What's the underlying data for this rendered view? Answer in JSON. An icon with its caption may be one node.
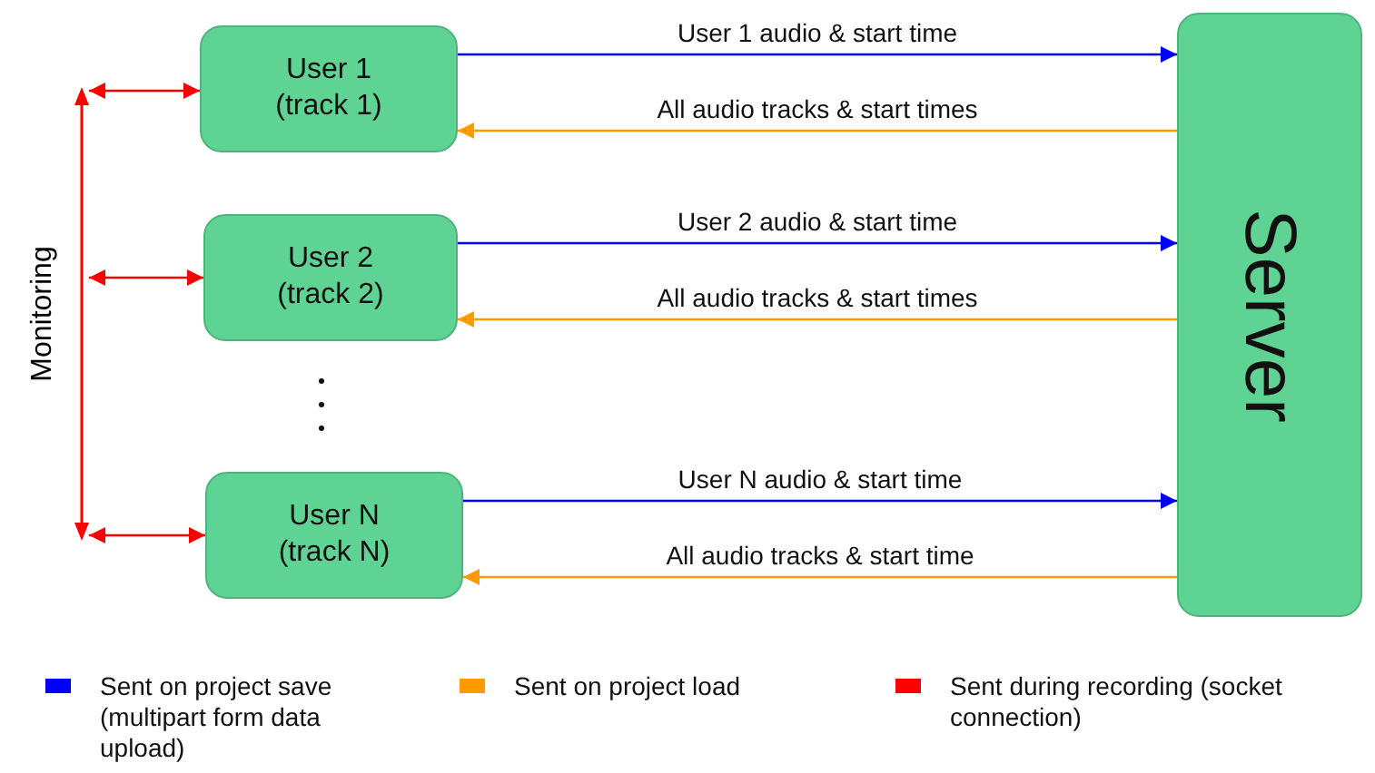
{
  "diagram": {
    "nodes": [
      {
        "text": [
          "User 1 (track 1)"
        ]
      },
      {
        "text": [
          "User 2 (track 2)"
        ]
      },
      {
        "text": [
          "User N (track N)"
        ]
      },
      {
        "text": [
          "Server"
        ]
      },
      {
        "text": [],
        "shape": "bar",
        "beside": [
          "Monitoring"
        ]
      }
    ],
    "edges": [
      {
        "from": 0,
        "to": 3,
        "arrow": "to",
        "label": "User 1 audio & start time",
        "color": "#0000ff"
      },
      {
        "from": 3,
        "to": 0,
        "arrow": "to",
        "label": "All audio tracks & start times",
        "color": "#ff9900"
      },
      {
        "from": 1,
        "to": 3,
        "arrow": "to",
        "label": "User 2 audio & start time",
        "color": "#0000ff"
      },
      {
        "from": 3,
        "to": 1,
        "arrow": "to",
        "label": "All audio tracks & start times",
        "color": "#ff9900"
      },
      {
        "from": 2,
        "to": 3,
        "arrow": "to",
        "label": "User N audio & start time",
        "color": "#0000ff"
      },
      {
        "from": 3,
        "to": 2,
        "arrow": "to",
        "label": "All audio tracks & start time",
        "color": "#ff9900"
      },
      {
        "from": 4,
        "to": 0,
        "arrow": "both",
        "color": "#ff0000"
      },
      {
        "from": 4,
        "to": 1,
        "arrow": "both",
        "color": "#ff0000"
      },
      {
        "from": 4,
        "to": 2,
        "arrow": "both",
        "color": "#ff0000"
      }
    ],
    "legend": [
      {
        "text": "Sent on project save (multipart form data upload)",
        "color": "#0000ff"
      },
      {
        "text": "Sent on project load",
        "color": "#ff9900"
      },
      {
        "text": "Sent during recording (socket connection)",
        "color": "#ff0000"
      }
    ]
  }
}
